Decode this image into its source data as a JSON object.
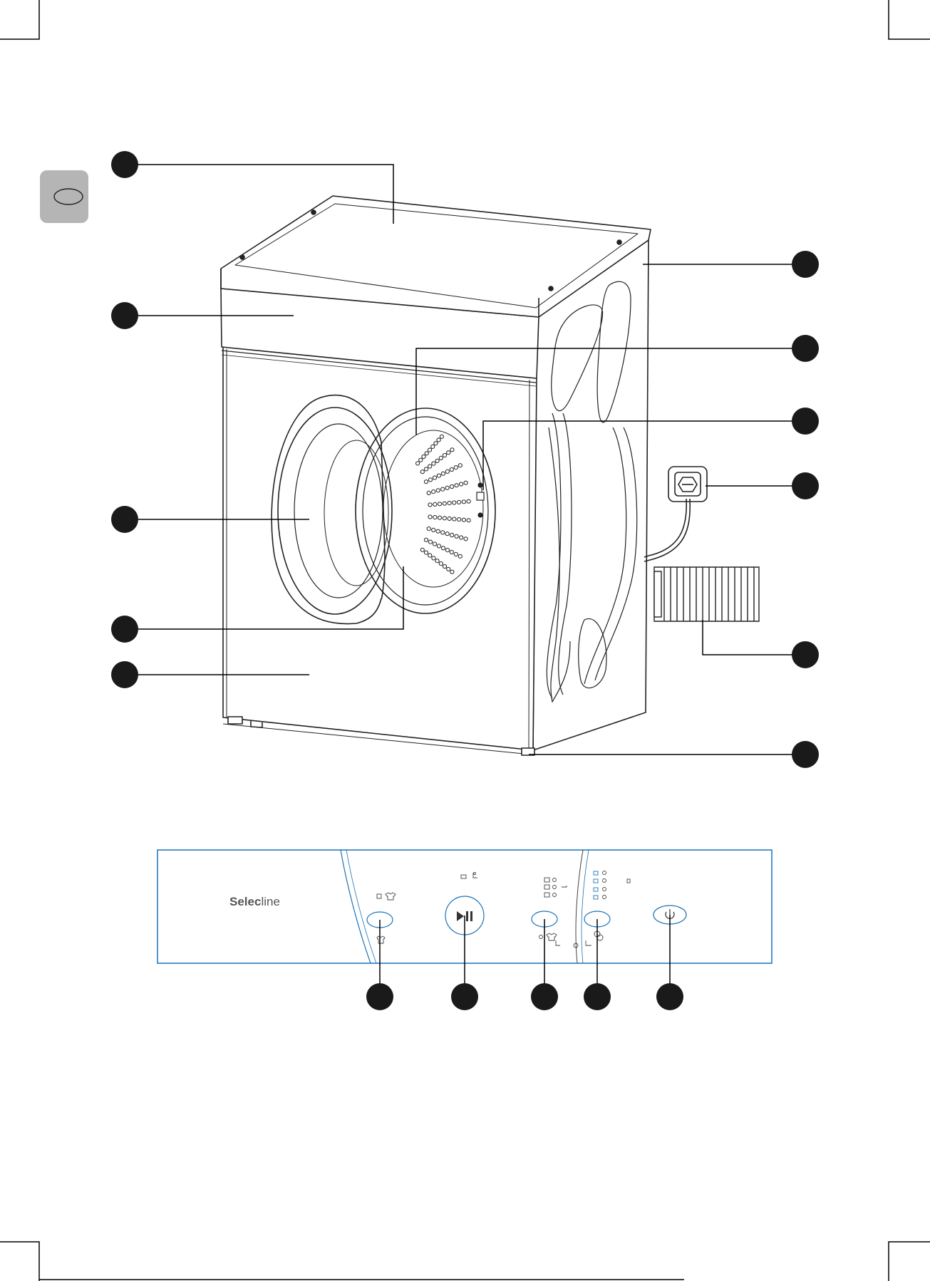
{
  "panel": {
    "brand_bold": "Selec",
    "brand_light": "line",
    "border_color": "#1a73b8"
  },
  "lang_tab": {
    "fill_color": "#b5b5b5"
  },
  "callouts": {
    "count_appliance": 10,
    "count_panel": 5,
    "dot_color": "#1a1a1a"
  },
  "icons": {
    "appliance": [
      "top-cover",
      "control-panel",
      "door",
      "filter",
      "front-panel",
      "side-panel",
      "drum-paddles",
      "door-sensor",
      "power-plug",
      "drain-hose",
      "adjustable-foot"
    ],
    "panel": [
      "garment-icon",
      "play-pause-icon",
      "dryness-level-icon",
      "timer-icon",
      "power-icon"
    ]
  }
}
